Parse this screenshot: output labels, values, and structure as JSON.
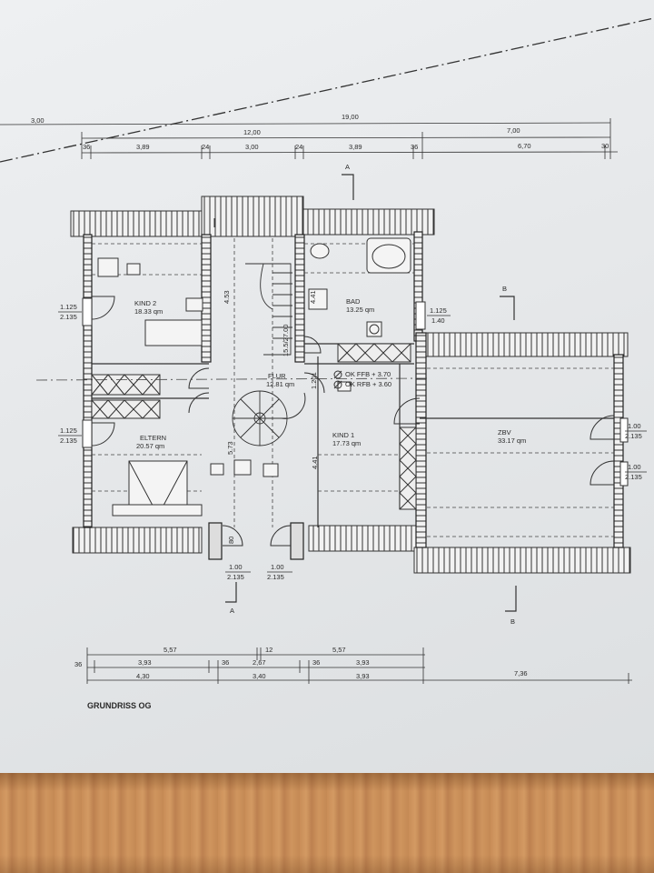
{
  "drawing": {
    "title": "GRUNDRISS OG",
    "rooms": {
      "kind2": {
        "name": "KIND 2",
        "area": "18.33 qm"
      },
      "bad": {
        "name": "BAD",
        "area": "13.25 qm"
      },
      "flur": {
        "name": "FLUR",
        "area": "12.81 qm"
      },
      "eltern": {
        "name": "ELTERN",
        "area": "20.57 qm"
      },
      "kind1": {
        "name": "KIND 1",
        "area": "17.73 qm"
      },
      "zbv": {
        "name": "ZBV",
        "area": "33.17 qm"
      }
    },
    "levels": {
      "ffb": "OK FFB + 3.70",
      "rfb": "OK RFB + 3.60"
    },
    "section_marks": {
      "a_top": "A",
      "a_bottom": "A",
      "b_top": "B",
      "b_bottom": "B"
    },
    "top_dims": {
      "row0": {
        "d1": "3,00",
        "d2": "19,00"
      },
      "row1": {
        "d1": "12,00",
        "d2": "7,00"
      },
      "row2": [
        "36",
        "3,89",
        "24",
        "3,00",
        "24",
        "3,89",
        "36",
        "6,70",
        "30"
      ]
    },
    "bottom_dims": {
      "row1": [
        "5,57",
        "12",
        "5,57"
      ],
      "row2": [
        "36",
        "3,93",
        "36",
        "2,67",
        "36",
        "3,93"
      ],
      "row3": [
        "4,30",
        "3,40",
        "3,93",
        "7,36"
      ]
    },
    "openings": {
      "kind2_window": [
        "1.125",
        "2.135"
      ],
      "eltern_window": [
        "1.125",
        "2.135"
      ],
      "bad_window": [
        "1.125",
        "1.40"
      ],
      "zbv_window1": [
        "1.00",
        "2.135"
      ],
      "zbv_window2": [
        "1.00",
        "2.135"
      ],
      "bottom_left": [
        "1.00",
        "2.135"
      ],
      "bottom_right": [
        "1.00",
        "2.135"
      ]
    },
    "inner_dims": {
      "kind2_stair": "4.53",
      "stair_rise": "15.5/27.00",
      "bad_wall": "4.41",
      "flur_wall": "1.201",
      "eltern_wall": "5.73",
      "kind1_wall": "4.41",
      "bottom_80": "80"
    }
  }
}
